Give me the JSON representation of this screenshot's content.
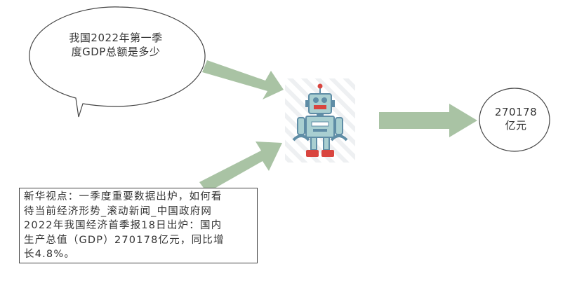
{
  "question": {
    "lines": [
      "我国2022年第一季",
      "度GDP总额是多少"
    ]
  },
  "document": {
    "lines": [
      "新华视点：一季度重要数据出炉，如何看",
      "待当前经济形势_滚动新闻_中国政府网",
      "2022年我国经济首季报18日出炉：国内",
      "生产总值（GDP）270178亿元，同比增",
      "长4.8%。"
    ]
  },
  "answer": {
    "lines": [
      "270178",
      "亿元"
    ]
  },
  "colors": {
    "arrow": "#a9c3a4",
    "robot_body": "#a9cfd1",
    "robot_dark": "#5f8da6",
    "robot_feet": "#d9453f",
    "outline": "#444444"
  },
  "icons": {
    "robot": "robot-icon"
  }
}
